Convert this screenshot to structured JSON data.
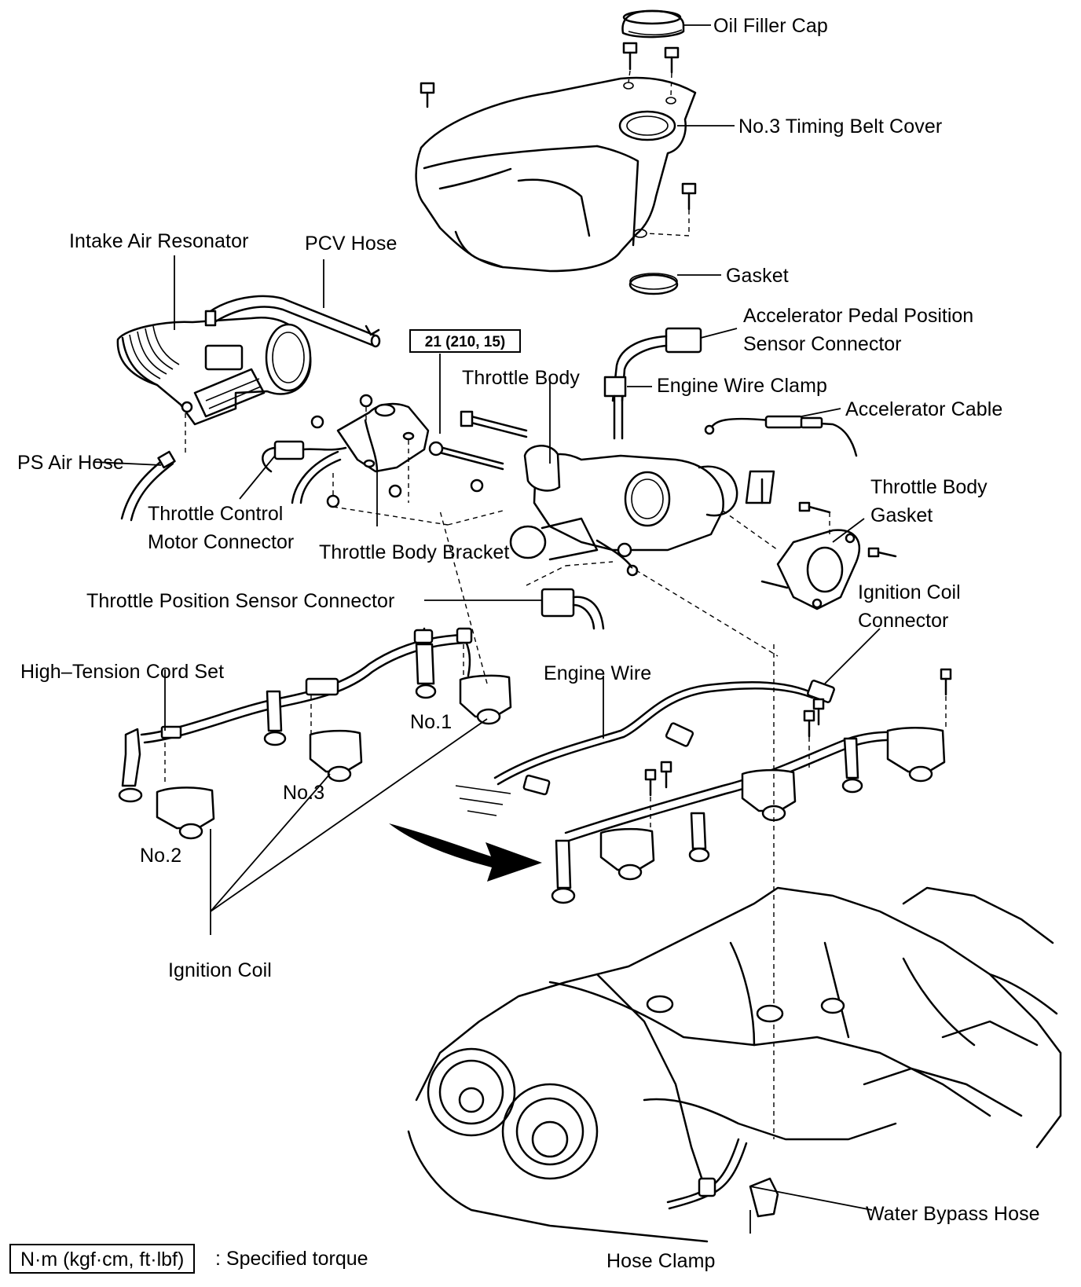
{
  "labels": {
    "oil_filler_cap": "Oil Filler Cap",
    "timing_belt_cover": "No.3 Timing Belt Cover",
    "gasket": "Gasket",
    "intake_air_resonator": "Intake Air Resonator",
    "pcv_hose": "PCV Hose",
    "accel_sensor_line1": "Accelerator Pedal Position",
    "accel_sensor_line2": "Sensor Connector",
    "throttle_body": "Throttle Body",
    "engine_wire_clamp": "Engine Wire Clamp",
    "accelerator_cable": "Accelerator Cable",
    "ps_air_hose": "PS Air Hose",
    "throttle_control_line1": "Throttle Control",
    "throttle_control_line2": "Motor Connector",
    "throttle_body_bracket": "Throttle Body Bracket",
    "throttle_body_gasket_line1": "Throttle Body",
    "throttle_body_gasket_line2": "Gasket",
    "throttle_position_sensor": "Throttle Position Sensor Connector",
    "ignition_coil_connector_line1": "Ignition Coil",
    "ignition_coil_connector_line2": "Connector",
    "high_tension_cord_set": "High–Tension Cord Set",
    "engine_wire": "Engine Wire",
    "no1": "No.1",
    "no2": "No.2",
    "no3": "No.3",
    "ignition_coil": "Ignition Coil",
    "water_bypass_hose": "Water Bypass Hose",
    "hose_clamp": "Hose Clamp"
  },
  "torque": {
    "value": "21 (210, 15)"
  },
  "legend": {
    "unit": "N·m (kgf·cm, ft·lbf)",
    "description": ": Specified torque"
  }
}
